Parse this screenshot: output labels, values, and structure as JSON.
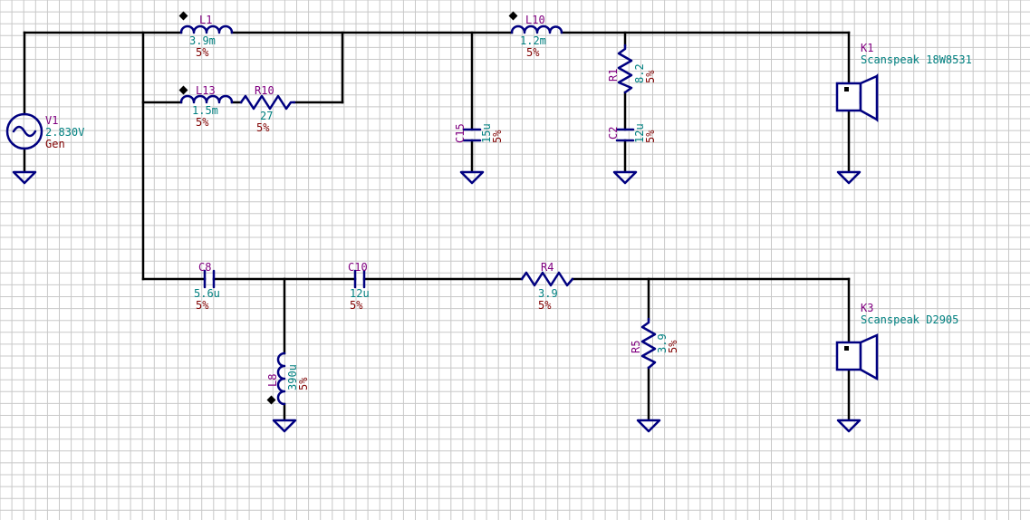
{
  "colors": {
    "background": "#ffffff",
    "grid": "#c8c8c8",
    "wire": "#000000",
    "component": "#000080",
    "name_text": "#800080",
    "value_text": "#008080",
    "tolerance_text": "#800000"
  },
  "components": {
    "V1": {
      "name": "V1",
      "value": "2.830V",
      "extra": "Gen"
    },
    "L1": {
      "name": "L1",
      "value": "3.9m",
      "tol": "5%"
    },
    "L13": {
      "name": "L13",
      "value": "1.5m",
      "tol": "5%"
    },
    "R10": {
      "name": "R10",
      "value": "27",
      "tol": "5%"
    },
    "L10": {
      "name": "L10",
      "value": "1.2m",
      "tol": "5%"
    },
    "C15": {
      "name": "C15",
      "value": "15u",
      "tol": "5%"
    },
    "R1": {
      "name": "R1",
      "value": "8.2",
      "tol": "5%"
    },
    "C2": {
      "name": "C2",
      "value": "12u",
      "tol": "5%"
    },
    "K1": {
      "name": "K1",
      "value": "Scanspeak 18W8531"
    },
    "C8": {
      "name": "C8",
      "value": "5.6u",
      "tol": "5%"
    },
    "C10": {
      "name": "C10",
      "value": "12u",
      "tol": "5%"
    },
    "R4": {
      "name": "R4",
      "value": "3.9",
      "tol": "5%"
    },
    "L8": {
      "name": "L8",
      "value": "390u",
      "tol": "5%"
    },
    "R5": {
      "name": "R5",
      "value": "3.9",
      "tol": "5%"
    },
    "K3": {
      "name": "K3",
      "value": "Scanspeak D2905"
    }
  }
}
